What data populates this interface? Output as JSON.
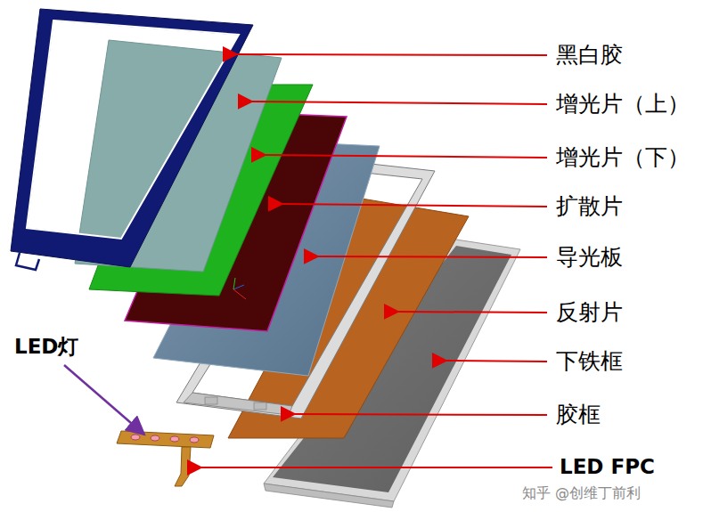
{
  "diagram": {
    "labels": [
      "黑白胶",
      "增光片（上）",
      "增光片（下）",
      "扩散片",
      "导光板",
      "反射片",
      "下铁框",
      "胶框",
      "LED灯",
      "LED FPC",
      "知乎 @创维丁前利"
    ]
  }
}
